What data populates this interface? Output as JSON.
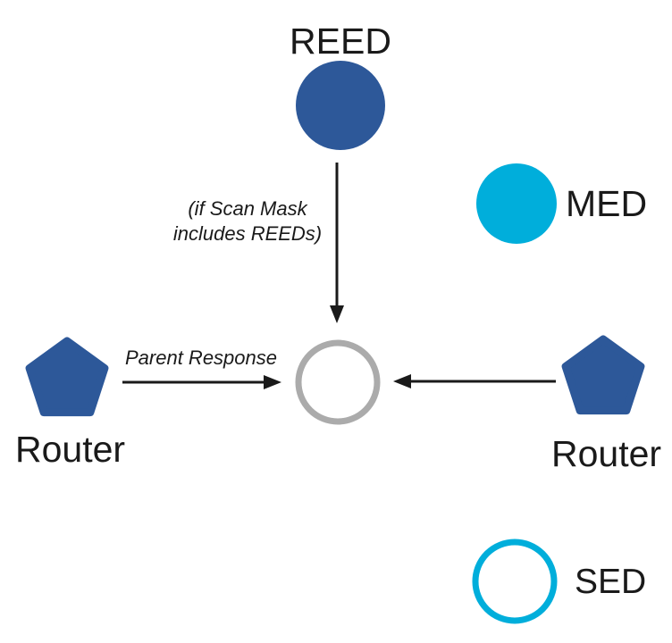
{
  "diagram": {
    "description": "Thread network join topology diagram",
    "background": "#FFFFFF"
  },
  "colors": {
    "node_blue": "#2D5899",
    "node_cyan": "#00AEDB",
    "joiner_gray": "#ABABAB",
    "ink": "#1A1A1A"
  },
  "nodes": {
    "reed": {
      "label": "REED",
      "shape": "filled-circle"
    },
    "med": {
      "label": "MED",
      "shape": "filled-circle"
    },
    "sed": {
      "label": "SED",
      "shape": "outlined-circle"
    },
    "router_left": {
      "label": "Router",
      "shape": "pentagon"
    },
    "router_right": {
      "label": "Router",
      "shape": "pentagon"
    },
    "joiner": {
      "label": "",
      "shape": "outlined-circle"
    }
  },
  "annotations": {
    "scan_mask_line1": "(if Scan Mask",
    "scan_mask_line2": "includes REEDs)",
    "parent_response": "Parent Response"
  }
}
